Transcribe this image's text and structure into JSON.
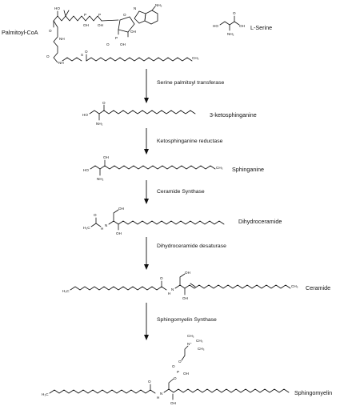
{
  "compounds": {
    "palmitoyl_coa": "Palmitoyl-CoA",
    "l_serine": "L-Serine",
    "ketosphinganine": "3-ketosphinganine",
    "sphinganine": "Sphinganine",
    "dihydroceramide": "Dihydroceramide",
    "ceramide": "Ceramide",
    "sphingomyelin": "Sphingomyelin"
  },
  "enzymes": {
    "spt": "Serine palmitoyl transferase",
    "ksr": "Ketosphinganine reductase",
    "cers": "Ceramide Synthase",
    "degs": "Dihydroceramide desaturase",
    "sms": "Sphingomyelin Synthase"
  },
  "atoms": {
    "ho": "HO",
    "oh": "OH",
    "o": "O",
    "p": "P",
    "n": "N",
    "nh2": "NH₂",
    "nh": "NH",
    "h": "H",
    "s": "S",
    "ch3": "CH₃",
    "h3c": "H₃C",
    "nplus": "N⁺"
  }
}
